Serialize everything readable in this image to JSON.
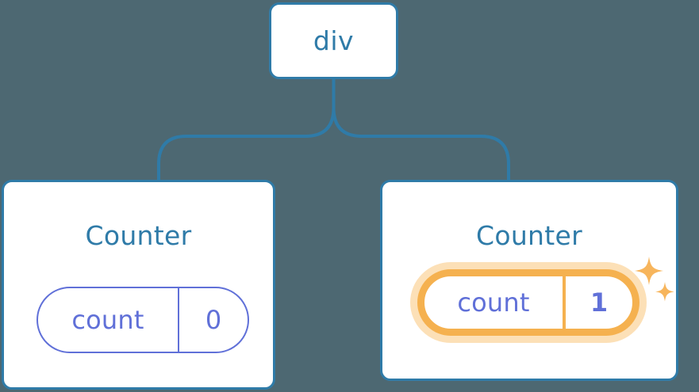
{
  "diagram": {
    "type": "component-tree",
    "background_color": "#4d6872",
    "node_border_color": "#2f7ba8",
    "node_text_color": "#2f7ba8",
    "state_color": "#6070d8",
    "highlight_color": "#f5b14f",
    "highlight_glow_color": "#fce0b7",
    "connector_color": "#2f7ba8"
  },
  "root": {
    "label": "div"
  },
  "children": [
    {
      "title": "Counter",
      "state": {
        "key": "count",
        "value": "0"
      },
      "highlighted": false
    },
    {
      "title": "Counter",
      "state": {
        "key": "count",
        "value": "1"
      },
      "highlighted": true,
      "sparkle_icons": [
        "sparkle-large",
        "sparkle-small"
      ]
    }
  ]
}
